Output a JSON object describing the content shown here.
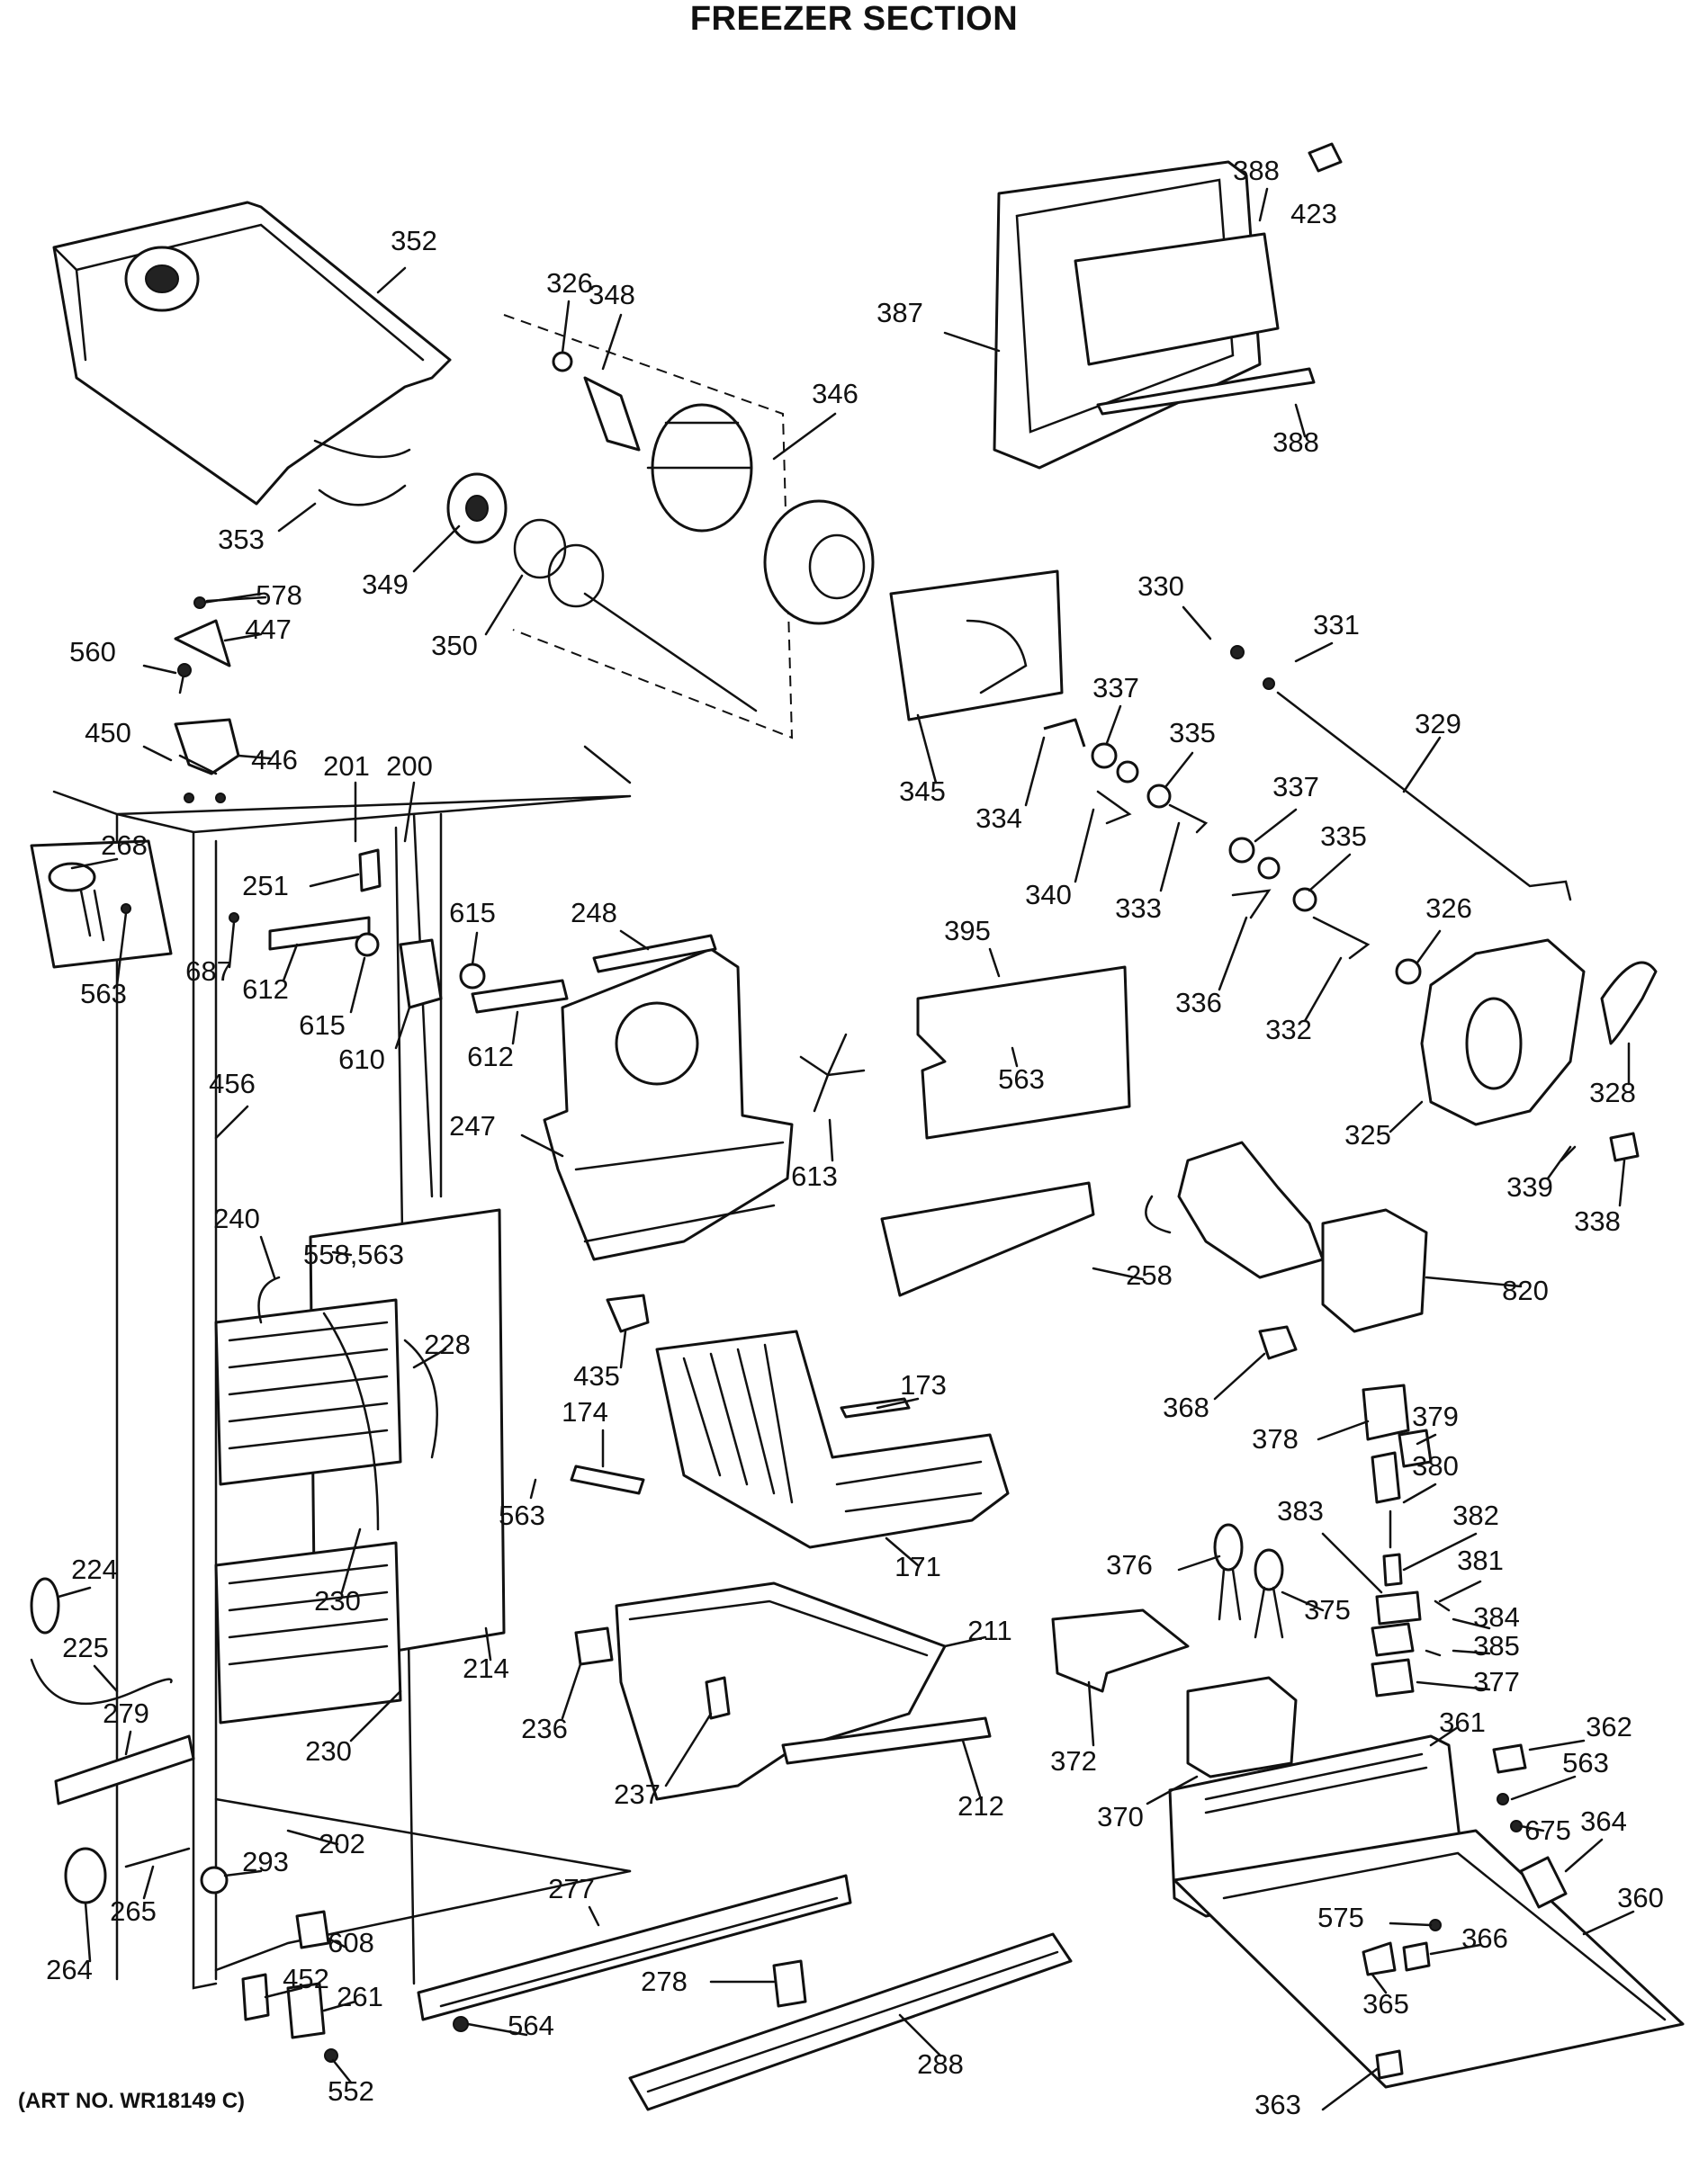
{
  "title": "FREEZER SECTION",
  "art_number": "(ART NO. WR18149 C)",
  "parts": [
    {
      "id": "p352",
      "label": "352",
      "name": "ice-bucket"
    },
    {
      "id": "p353",
      "label": "353",
      "name": "bucket-bail"
    },
    {
      "id": "p326a",
      "label": "326",
      "name": "washer"
    },
    {
      "id": "p348",
      "label": "348",
      "name": "blade"
    },
    {
      "id": "p346",
      "label": "346",
      "name": "ice-crusher-drums"
    },
    {
      "id": "p349",
      "label": "349",
      "name": "bearing"
    },
    {
      "id": "p350",
      "label": "350",
      "name": "auger"
    },
    {
      "id": "p388a",
      "label": "388",
      "name": "door-trim-top"
    },
    {
      "id": "p423",
      "label": "423",
      "name": "switch-actuator"
    },
    {
      "id": "p387",
      "label": "387",
      "name": "ice-door"
    },
    {
      "id": "p388b",
      "label": "388",
      "name": "door-trim-bottom"
    },
    {
      "id": "p578",
      "label": "578",
      "name": "screw"
    },
    {
      "id": "p447",
      "label": "447",
      "name": "bracket"
    },
    {
      "id": "p560",
      "label": "560",
      "name": "screw"
    },
    {
      "id": "p450",
      "label": "450",
      "name": "pin"
    },
    {
      "id": "p446",
      "label": "446",
      "name": "hinge"
    },
    {
      "id": "p345",
      "label": "345",
      "name": "mounting-plate"
    },
    {
      "id": "p330",
      "label": "330",
      "name": "spring"
    },
    {
      "id": "p331",
      "label": "331",
      "name": "clip"
    },
    {
      "id": "p329",
      "label": "329",
      "name": "rod"
    },
    {
      "id": "p337a",
      "label": "337",
      "name": "spacer"
    },
    {
      "id": "p335a",
      "label": "335",
      "name": "washer"
    },
    {
      "id": "p334",
      "label": "334",
      "name": "cam"
    },
    {
      "id": "p340",
      "label": "340",
      "name": "blade"
    },
    {
      "id": "p333",
      "label": "333",
      "name": "blade"
    },
    {
      "id": "p337b",
      "label": "337",
      "name": "spacer"
    },
    {
      "id": "p335b",
      "label": "335",
      "name": "washer"
    },
    {
      "id": "p336",
      "label": "336",
      "name": "blade"
    },
    {
      "id": "p332",
      "label": "332",
      "name": "blade"
    },
    {
      "id": "p326b",
      "label": "326",
      "name": "nut"
    },
    {
      "id": "p325",
      "label": "325",
      "name": "auger-motor"
    },
    {
      "id": "p328",
      "label": "328",
      "name": "motor-mount"
    },
    {
      "id": "p339",
      "label": "339",
      "name": "pin"
    },
    {
      "id": "p338",
      "label": "338",
      "name": "clip"
    },
    {
      "id": "p201",
      "label": "201",
      "name": "liner"
    },
    {
      "id": "p200",
      "label": "200",
      "name": "cabinet"
    },
    {
      "id": "p268",
      "label": "268",
      "name": "light-socket"
    },
    {
      "id": "p563a",
      "label": "563",
      "name": "screw"
    },
    {
      "id": "p251",
      "label": "251",
      "name": "switch"
    },
    {
      "id": "p687",
      "label": "687",
      "name": "screw"
    },
    {
      "id": "p612a",
      "label": "612",
      "name": "bracket"
    },
    {
      "id": "p615a",
      "label": "615",
      "name": "grommet"
    },
    {
      "id": "p615b",
      "label": "615",
      "name": "grommet"
    },
    {
      "id": "p610",
      "label": "610",
      "name": "control"
    },
    {
      "id": "p612b",
      "label": "612",
      "name": "bracket"
    },
    {
      "id": "p248",
      "label": "248",
      "name": "cover"
    },
    {
      "id": "p247",
      "label": "247",
      "name": "fan-housing"
    },
    {
      "id": "p613",
      "label": "613",
      "name": "fan-blade"
    },
    {
      "id": "p395",
      "label": "395",
      "name": "cover"
    },
    {
      "id": "p563b",
      "label": "563",
      "name": "screw"
    },
    {
      "id": "p456",
      "label": "456",
      "name": "liner-side"
    },
    {
      "id": "p240",
      "label": "240",
      "name": "heater"
    },
    {
      "id": "p558563",
      "label": "558,563",
      "name": "screws"
    },
    {
      "id": "p228",
      "label": "228",
      "name": "evaporator"
    },
    {
      "id": "p258",
      "label": "258",
      "name": "cover"
    },
    {
      "id": "p820",
      "label": "820",
      "name": "icemaker"
    },
    {
      "id": "p435",
      "label": "435",
      "name": "damper"
    },
    {
      "id": "p173",
      "label": "173",
      "name": "rail"
    },
    {
      "id": "p174",
      "label": "174",
      "name": "rail"
    },
    {
      "id": "p368",
      "label": "368",
      "name": "bracket"
    },
    {
      "id": "p378",
      "label": "378",
      "name": "solenoid"
    },
    {
      "id": "p379",
      "label": "379",
      "name": "cover"
    },
    {
      "id": "p380",
      "label": "380",
      "name": "plunger"
    },
    {
      "id": "p382",
      "label": "382",
      "name": "spring"
    },
    {
      "id": "p224",
      "label": "224",
      "name": "spring"
    },
    {
      "id": "p563c",
      "label": "563",
      "name": "screw"
    },
    {
      "id": "p171",
      "label": "171",
      "name": "wire-basket"
    },
    {
      "id": "p376",
      "label": "376",
      "name": "harness"
    },
    {
      "id": "p383",
      "label": "383",
      "name": "bushing"
    },
    {
      "id": "p381",
      "label": "381",
      "name": "pin"
    },
    {
      "id": "p375",
      "label": "375",
      "name": "harness"
    },
    {
      "id": "p230a",
      "label": "230",
      "name": "heater"
    },
    {
      "id": "p225",
      "label": "225",
      "name": "drain-tube"
    },
    {
      "id": "p211",
      "label": "211",
      "name": "bin"
    },
    {
      "id": "p384",
      "label": "384",
      "name": "spacer"
    },
    {
      "id": "p385",
      "label": "385",
      "name": "clip"
    },
    {
      "id": "p214",
      "label": "214",
      "name": "evaporator-cover"
    },
    {
      "id": "p377",
      "label": "377",
      "name": "bracket"
    },
    {
      "id": "p279",
      "label": "279",
      "name": "rail"
    },
    {
      "id": "p236",
      "label": "236",
      "name": "hinge"
    },
    {
      "id": "p230b",
      "label": "230",
      "name": "heater"
    },
    {
      "id": "p361",
      "label": "361",
      "name": "cover"
    },
    {
      "id": "p362",
      "label": "362",
      "name": "clip"
    },
    {
      "id": "p563d",
      "label": "563",
      "name": "screw"
    },
    {
      "id": "p372",
      "label": "372",
      "name": "duct"
    },
    {
      "id": "p237",
      "label": "237",
      "name": "handle"
    },
    {
      "id": "p212",
      "label": "212",
      "name": "trim"
    },
    {
      "id": "p370",
      "label": "370",
      "name": "control"
    },
    {
      "id": "p675",
      "label": "675",
      "name": "screw"
    },
    {
      "id": "p364",
      "label": "364",
      "name": "switch"
    },
    {
      "id": "p202",
      "label": "202",
      "name": "floor"
    },
    {
      "id": "p293",
      "label": "293",
      "name": "screw"
    },
    {
      "id": "p265",
      "label": "265",
      "name": "shaft"
    },
    {
      "id": "p277",
      "label": "277",
      "name": "rail"
    },
    {
      "id": "p360",
      "label": "360",
      "name": "base"
    },
    {
      "id": "p575",
      "label": "575",
      "name": "screw"
    },
    {
      "id": "p608",
      "label": "608",
      "name": "cap"
    },
    {
      "id": "p366",
      "label": "366",
      "name": "clip"
    },
    {
      "id": "p264",
      "label": "264",
      "name": "roller"
    },
    {
      "id": "p452",
      "label": "452",
      "name": "plate"
    },
    {
      "id": "p261",
      "label": "261",
      "name": "hinge"
    },
    {
      "id": "p278",
      "label": "278",
      "name": "clip"
    },
    {
      "id": "p564",
      "label": "564",
      "name": "screw"
    },
    {
      "id": "p365",
      "label": "365",
      "name": "clip"
    },
    {
      "id": "p288",
      "label": "288",
      "name": "grille"
    },
    {
      "id": "p552",
      "label": "552",
      "name": "screw"
    },
    {
      "id": "p363",
      "label": "363",
      "name": "cap"
    }
  ]
}
